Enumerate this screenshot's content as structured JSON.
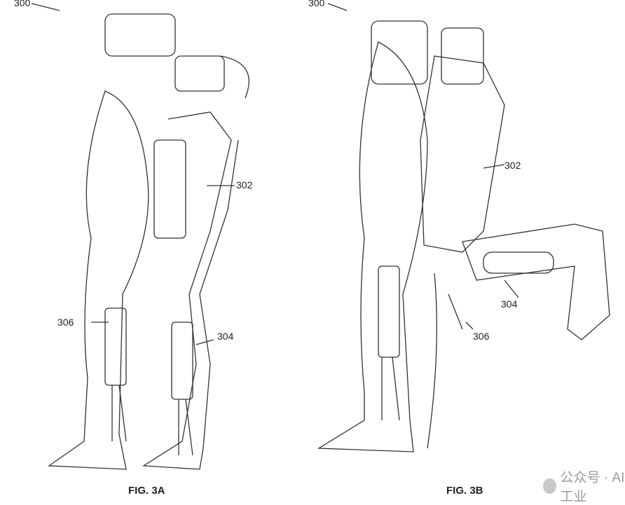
{
  "figure_a": {
    "ref_main": "300",
    "ref_thigh": "302",
    "ref_shank": "304",
    "ref_cable": "306",
    "caption": "FIG. 3A"
  },
  "figure_b": {
    "ref_main": "300",
    "ref_thigh": "302",
    "ref_shank": "304",
    "ref_cable": "306",
    "caption": "FIG. 3B"
  },
  "watermark": {
    "text": "公众号 · AI工业"
  }
}
